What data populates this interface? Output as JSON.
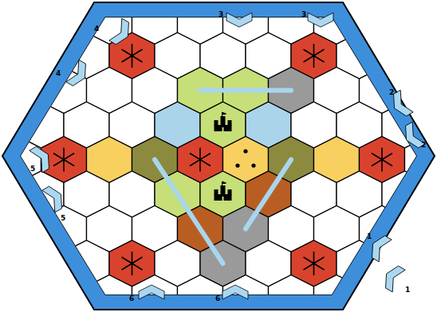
{
  "diagram": {
    "labels": [
      "3",
      "3",
      "4",
      "4",
      "2",
      "2",
      "5",
      "5",
      "1",
      "1",
      "6",
      "6"
    ]
  }
}
